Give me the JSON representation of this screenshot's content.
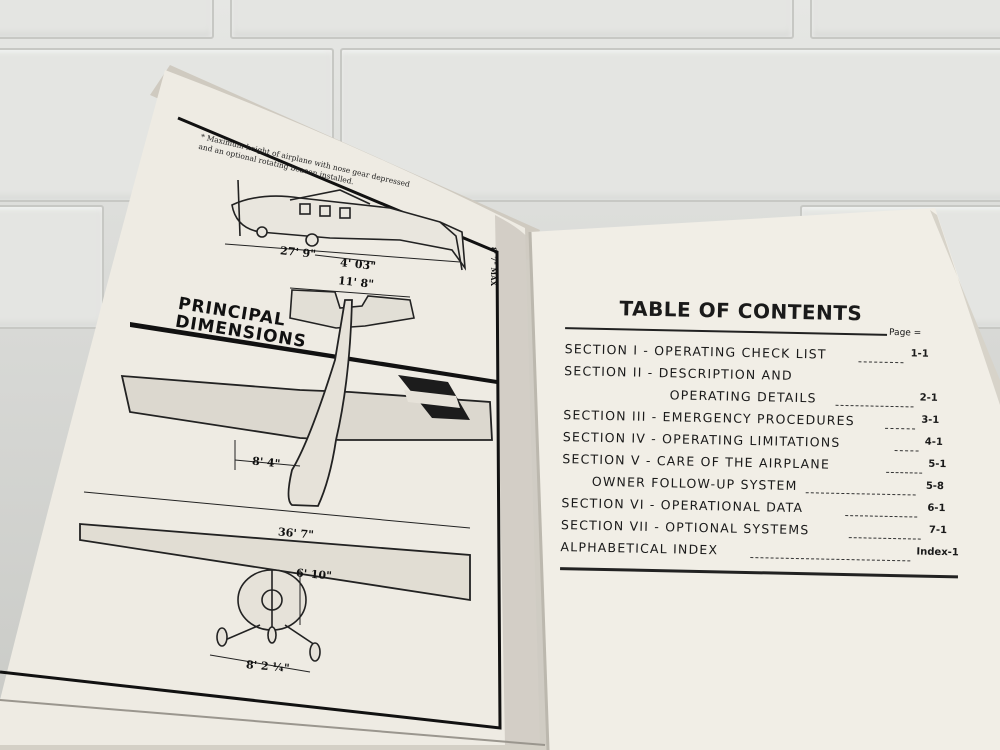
{
  "scene": {
    "description_labels": {
      "background": "tiled-wall",
      "object": "open-booklet"
    }
  },
  "left_page": {
    "heading_line1": "PRINCIPAL",
    "heading_line2": "DIMENSIONS",
    "note_line1": "* Maximum height of airplane with nose gear depressed",
    "note_line2": "and an optional rotating beacon installed.",
    "dims": {
      "length": "27' 9\"",
      "tail_height": "4' 03\"",
      "stab_span": "11' 8\"",
      "wing_half": "8' 4\"",
      "wingspan": "36' 7\"",
      "height": "6' 10\"",
      "track": "8' 2 ¼\"",
      "max_height": "8' 7\" MAX"
    }
  },
  "toc": {
    "title": "TABLE OF CONTENTS",
    "page_header": "Page =",
    "rows": [
      {
        "label": "SECTION I   - OPERATING CHECK LIST",
        "page": "1-1"
      },
      {
        "label": "SECTION II  - DESCRIPTION AND",
        "page": ""
      },
      {
        "label": "OPERATING DETAILS",
        "page": "2-1"
      },
      {
        "label": "SECTION III - EMERGENCY PROCEDURES",
        "page": "3-1"
      },
      {
        "label": "SECTION IV  - OPERATING LIMITATIONS",
        "page": "4-1"
      },
      {
        "label": "SECTION V   - CARE OF THE AIRPLANE",
        "page": "5-1"
      },
      {
        "label": "OWNER FOLLOW-UP SYSTEM",
        "page": "5-8"
      },
      {
        "label": "SECTION VI  - OPERATIONAL DATA",
        "page": "6-1"
      },
      {
        "label": "SECTION VII - OPTIONAL SYSTEMS",
        "page": "7-1"
      },
      {
        "label": "ALPHABETICAL INDEX",
        "page": "Index-1"
      }
    ]
  }
}
